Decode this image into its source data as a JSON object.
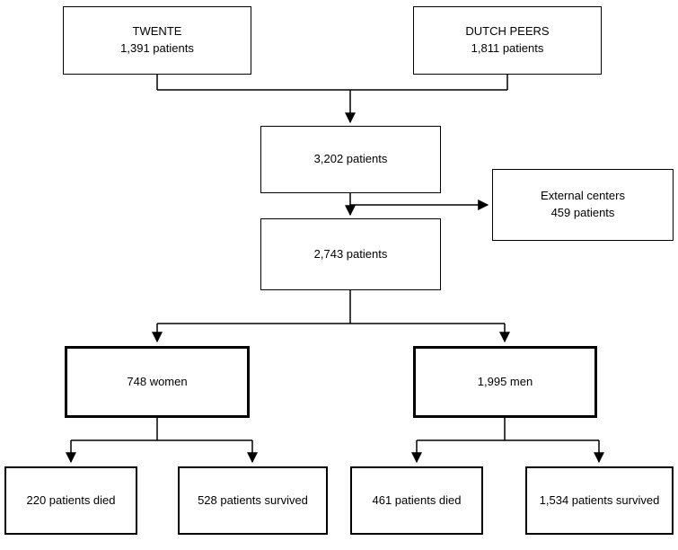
{
  "boxes": {
    "twente": {
      "line1": "TWENTE",
      "line2": "1,391 patients"
    },
    "dutch_peers": {
      "line1": "DUTCH PEERS",
      "line2": "1,811 patients"
    },
    "combined": {
      "line1": "3,202 patients"
    },
    "external_centers": {
      "line1": "External centers",
      "line2": "459 patients"
    },
    "included": {
      "line1": "2,743 patients"
    },
    "women": {
      "line1": "748 women"
    },
    "men": {
      "line1": "1,995 men"
    },
    "women_died": {
      "line1": "220 patients died"
    },
    "women_survived": {
      "line1": "528 patients survived"
    },
    "men_died": {
      "line1": "461 patients died"
    },
    "men_survived": {
      "line1": "1,534 patients survived"
    }
  },
  "colors": {
    "line": "#000000",
    "background": "#ffffff"
  }
}
